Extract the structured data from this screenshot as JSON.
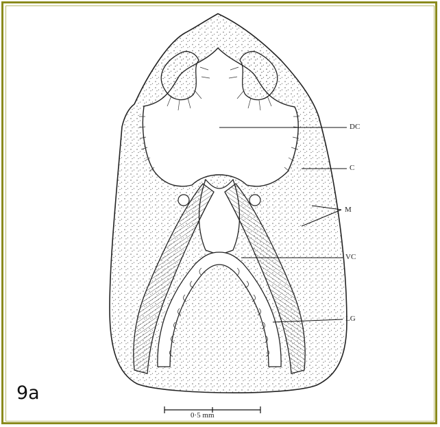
{
  "figure": {
    "panel_label": "9a",
    "labels": {
      "dc": "DC",
      "c": "C",
      "m": "M",
      "vc": "VC",
      "lg": "LG"
    },
    "scale_bar_text": "0·5 mm"
  },
  "colors": {
    "frame": "#8a8a1c",
    "ink": "#222222"
  }
}
